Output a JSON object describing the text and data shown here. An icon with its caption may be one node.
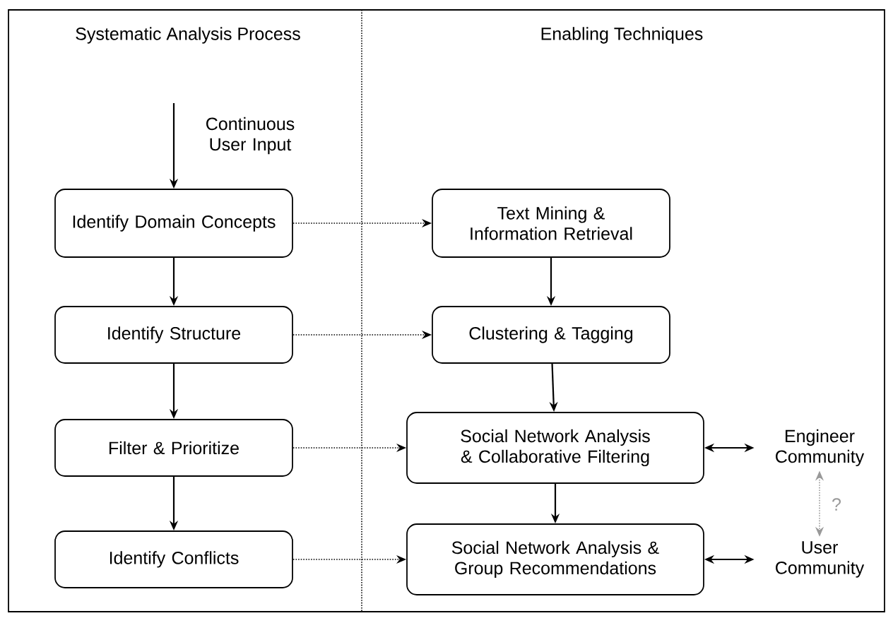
{
  "diagram": {
    "nodes": [
      {
        "text": [
          "Identify Domain Concepts"
        ]
      },
      {
        "text": [
          "Identify Structure"
        ]
      },
      {
        "text": [
          "Filter & Prioritize"
        ]
      },
      {
        "text": [
          "Identify Conflicts"
        ]
      },
      {
        "text": [
          "Text Mining & Information Retrieval"
        ]
      },
      {
        "text": [
          "Clustering & Tagging"
        ]
      },
      {
        "text": [
          "Social Network Analysis & Collaborative Filtering"
        ]
      },
      {
        "text": [
          "Social Network Analysis & Group Recommendations"
        ]
      },
      {
        "text": [
          "Engineer Community"
        ]
      },
      {
        "text": [
          "User Community"
        ]
      }
    ],
    "edges": [
      {
        "from": null,
        "to": 0,
        "arrow": "to",
        "label": "Continuous User Input"
      },
      {
        "from": 0,
        "to": 1,
        "arrow": "to"
      },
      {
        "from": 1,
        "to": 2,
        "arrow": "to"
      },
      {
        "from": 2,
        "to": 3,
        "arrow": "to"
      },
      {
        "from": 0,
        "to": 4,
        "arrow": "to",
        "style": "dashed"
      },
      {
        "from": 1,
        "to": 5,
        "arrow": "to",
        "style": "dashed"
      },
      {
        "from": 2,
        "to": 6,
        "arrow": "to",
        "style": "dashed"
      },
      {
        "from": 3,
        "to": 7,
        "arrow": "to",
        "style": "dashed"
      },
      {
        "from": 4,
        "to": 5,
        "arrow": "to"
      },
      {
        "from": 5,
        "to": 6,
        "arrow": "to"
      },
      {
        "from": 6,
        "to": 7,
        "arrow": "to"
      },
      {
        "from": 6,
        "to": 8,
        "arrow": "both"
      },
      {
        "from": 7,
        "to": 9,
        "arrow": "both"
      },
      {
        "from": 8,
        "to": 9,
        "arrow": "both",
        "style": "dashed",
        "color": "#999999",
        "label": "?"
      }
    ],
    "labels": [
      "Systematic Analysis Process",
      "Enabling Techniques"
    ]
  }
}
